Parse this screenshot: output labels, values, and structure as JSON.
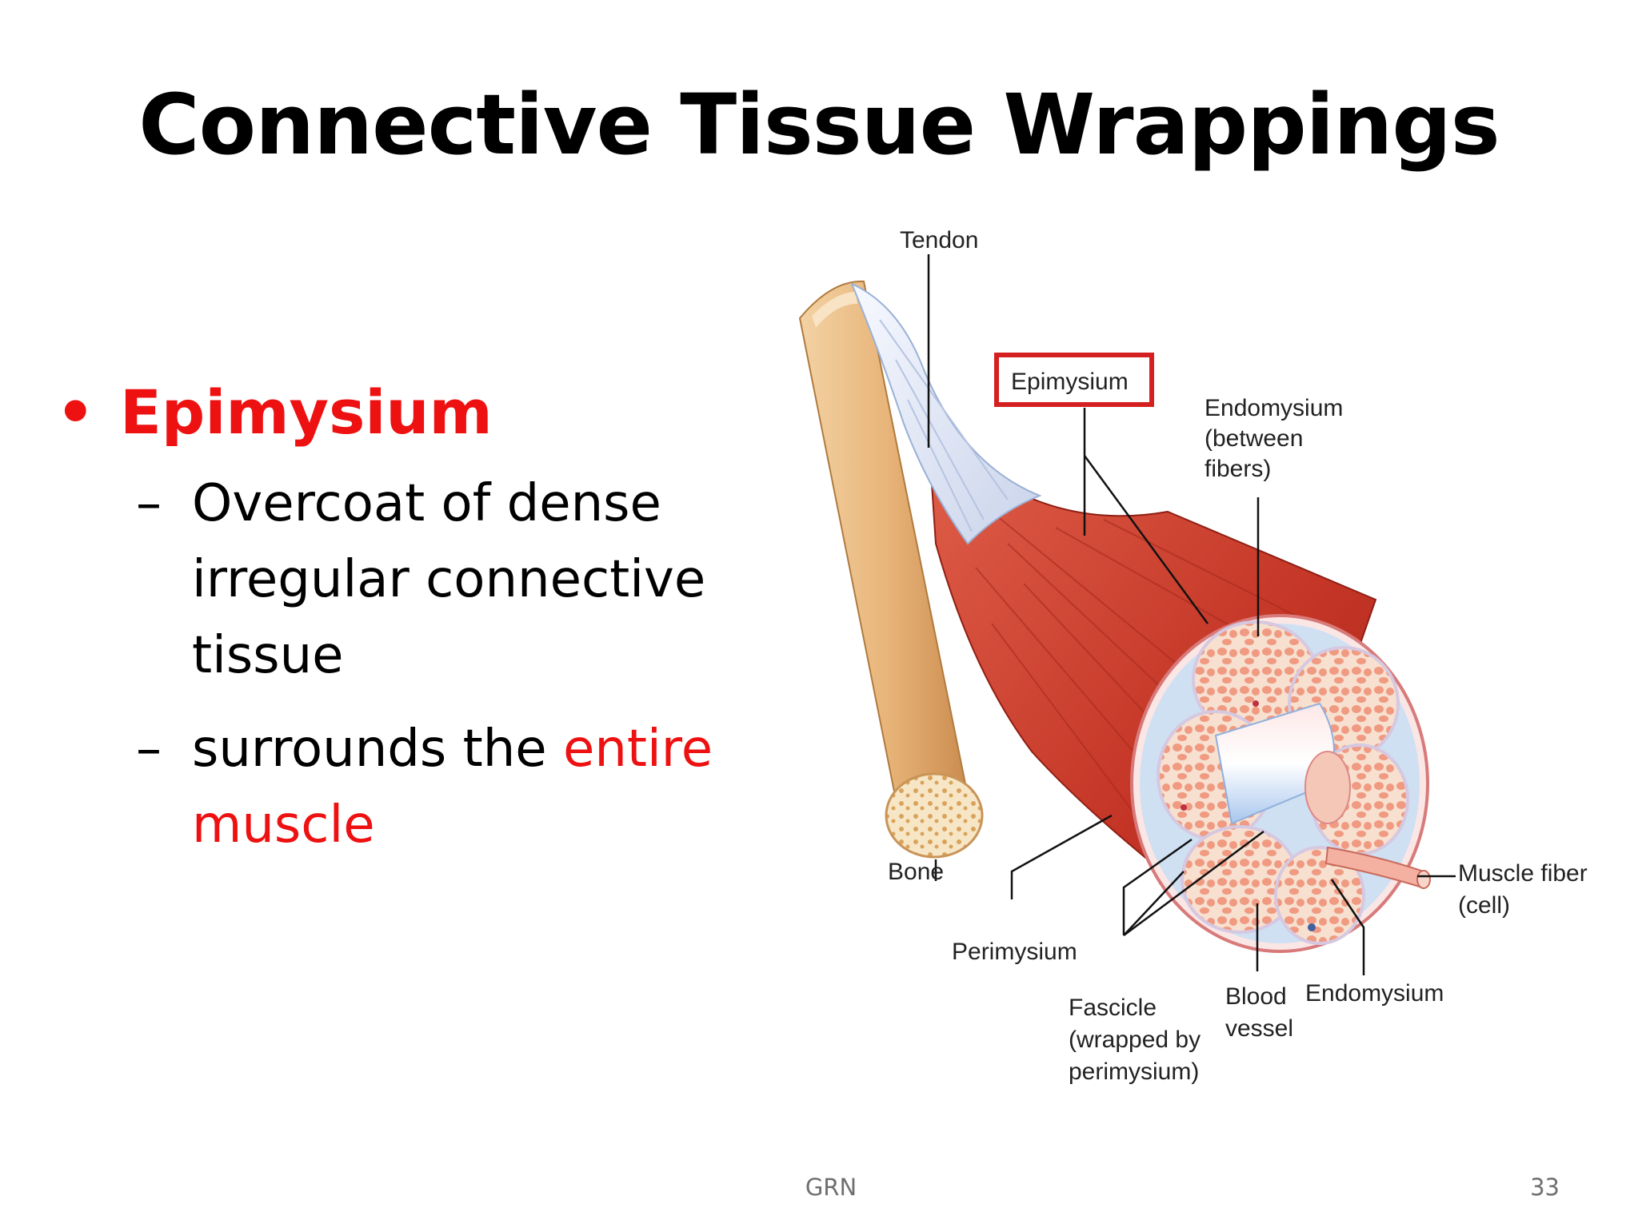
{
  "slide": {
    "title": "Connective Tissue Wrappings",
    "bullet": {
      "marker": "•",
      "term": "Epimysium",
      "subpoints": [
        {
          "marker": "–",
          "text": "Overcoat of dense irregular connective tissue"
        },
        {
          "marker": "–",
          "text_before": "surrounds the ",
          "text_highlight": "entire muscle"
        }
      ]
    },
    "figure_labels": {
      "tendon": "Tendon",
      "epimysium": "Epimysium",
      "endomysium_between_1": "Endomysium",
      "endomysium_between_2": "(between",
      "endomysium_between_3": "fibers)",
      "bone": "Bone",
      "muscle_fiber_1": "Muscle fiber",
      "muscle_fiber_2": "(cell)",
      "perimysium": "Perimysium",
      "fascicle_1": "Fascicle",
      "fascicle_2": "(wrapped by",
      "fascicle_3": "perimysium)",
      "blood_vessel_1": "Blood",
      "blood_vessel_2": "vessel",
      "endomysium": "Endomysium"
    },
    "footer": {
      "author": "GRN",
      "page_number": "33"
    }
  },
  "colors": {
    "highlight": "#ee1111",
    "muscle": "#c8372b",
    "bone": "#e6b57e",
    "tendon": "#e8eef8",
    "epimysium_box": "#d42020"
  }
}
